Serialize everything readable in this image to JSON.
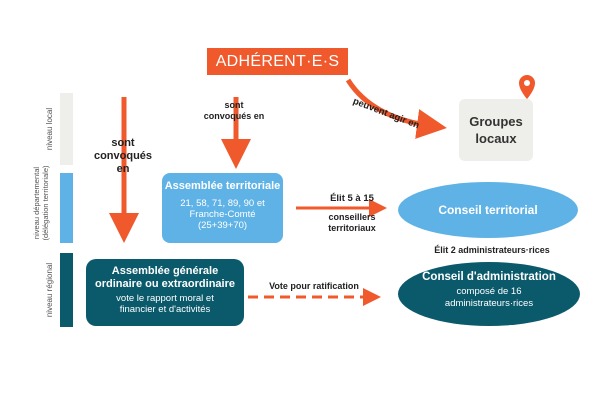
{
  "levels": {
    "local": "niveau local",
    "departemental": "niveau départemental (délégation territoriale)",
    "regional": "niveau régional"
  },
  "nodes": {
    "adherents": "ADHÉRENT·E·S",
    "groupes_locaux": "Groupes locaux",
    "assemblee_territoriale": {
      "title": "Assemblée territoriale",
      "subtitle": "21, 58, 71, 89, 90 et Franche-Comté (25+39+70)"
    },
    "assemblee_generale": {
      "title": "Assemblée générale ordinaire ou extraordinaire",
      "subtitle": "vote le rapport moral et financier et d'activités"
    },
    "conseil_territorial": "Conseil territorial",
    "conseil_administration": {
      "title": "Conseil d'administration",
      "subtitle": "composé de 16 administrateurs·rices"
    }
  },
  "edges": {
    "sont_convoques_1": "sont convoqués en",
    "sont_convoques_2": "sont convoqués en",
    "peuvent_agir": "peuvent agir en",
    "elit_5_15": "Élit 5 à 15",
    "conseillers": "conseillers territoriaux",
    "elit_2": "Élit 2 administrateurs·rices",
    "vote_ratification": "Vote pour ratification"
  },
  "colors": {
    "orange": "#f0592b",
    "light_blue": "#5fb2e6",
    "dark_teal": "#0b5a6c",
    "light_grey": "#eeeeea"
  }
}
